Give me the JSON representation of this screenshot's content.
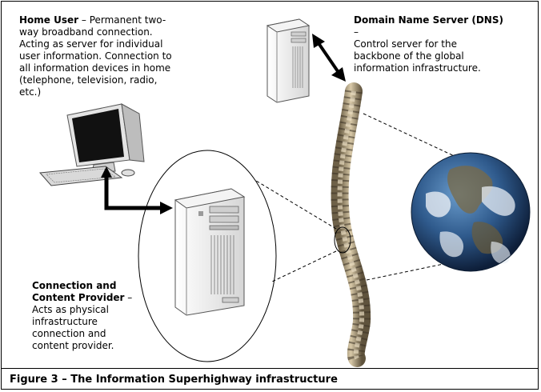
{
  "home_user": {
    "title": "Home User",
    "desc": " – Permanent two-way broadband connection. Acting as server for individual user information. Connection to all information devices in home (telephone, television, radio, etc.)"
  },
  "dns": {
    "title": "Domain Name Server (DNS)",
    "title_suffix": " –",
    "desc": "Control server for the backbone of the global information infrastructure."
  },
  "provider": {
    "title_line1": "Connection and",
    "title_line2": "Content Provider",
    "title_suffix": " –",
    "desc": "Acts as physical infrastructure connection and content provider."
  },
  "caption": "Figure 3 – The Information Superhighway infrastructure",
  "icons": {
    "computer": "desktop-computer-icon",
    "server": "tower-server-icon",
    "globe": "earth-globe-icon",
    "backbone": "spine-icon"
  },
  "colors": {
    "earth_ocean": "#2f5a8c",
    "cloud": "#e8eef4",
    "bone": "#b9a888"
  }
}
